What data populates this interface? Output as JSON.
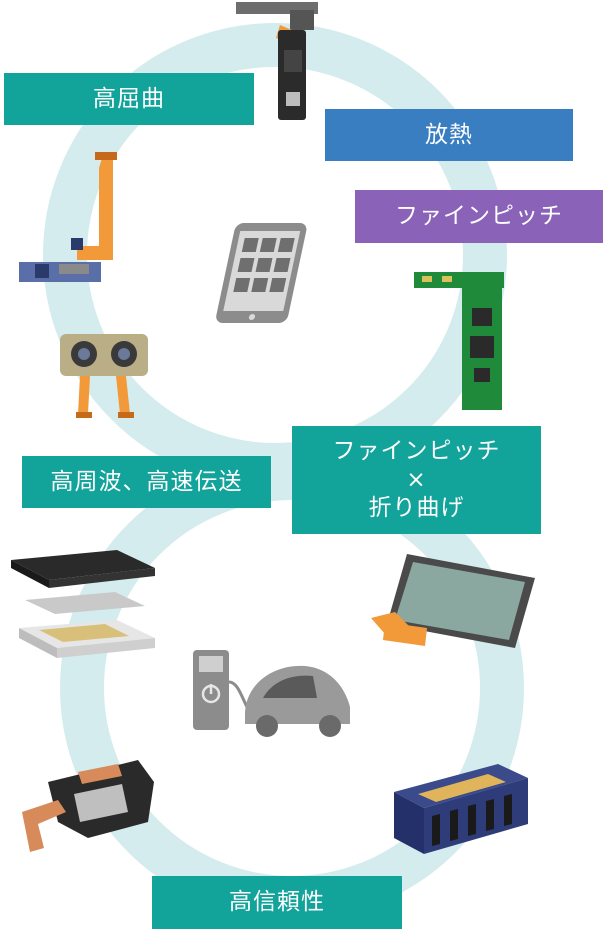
{
  "labels": {
    "high_flex": "高屈曲",
    "heat_dissipation": "放熱",
    "fine_pitch": "ファインピッチ",
    "fine_pitch_bend_line1": "ファインピッチ",
    "fine_pitch_bend_line2": "×",
    "fine_pitch_bend_line3": "折り曲げ",
    "high_freq": "高周波、高速伝送",
    "reliability": "高信頼性"
  },
  "colors": {
    "teal": "#12a39a",
    "blue": "#3a7ec2",
    "purple": "#8a62b8",
    "ring": "#d4ecee",
    "flex_orange": "#f29a3a"
  }
}
